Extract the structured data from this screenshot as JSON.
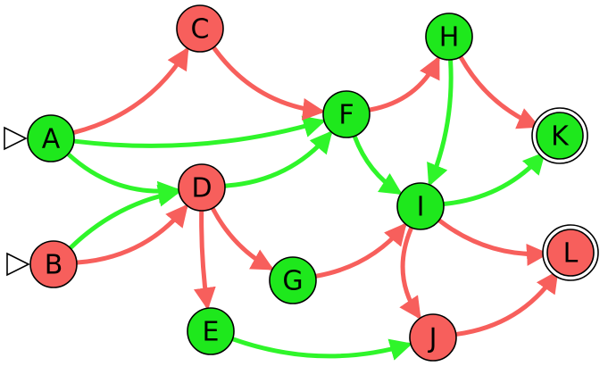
{
  "colors": {
    "red": "#f75f5c",
    "green": "#1ee81c",
    "red_edge": "#f75f5c",
    "green_edge": "#2ff52a",
    "outline": "#000000",
    "start_marker": "#ffffff"
  },
  "graph": {
    "nodes": [
      {
        "id": "A",
        "label": "A",
        "color": "green",
        "start": true,
        "accepting": false
      },
      {
        "id": "B",
        "label": "B",
        "color": "red",
        "start": true,
        "accepting": false
      },
      {
        "id": "C",
        "label": "C",
        "color": "red",
        "start": false,
        "accepting": false
      },
      {
        "id": "D",
        "label": "D",
        "color": "red",
        "start": false,
        "accepting": false
      },
      {
        "id": "E",
        "label": "E",
        "color": "green",
        "start": false,
        "accepting": false
      },
      {
        "id": "F",
        "label": "F",
        "color": "green",
        "start": false,
        "accepting": false
      },
      {
        "id": "G",
        "label": "G",
        "color": "green",
        "start": false,
        "accepting": false
      },
      {
        "id": "H",
        "label": "H",
        "color": "green",
        "start": false,
        "accepting": false
      },
      {
        "id": "I",
        "label": "I",
        "color": "green",
        "start": false,
        "accepting": false
      },
      {
        "id": "J",
        "label": "J",
        "color": "red",
        "start": false,
        "accepting": false
      },
      {
        "id": "K",
        "label": "K",
        "color": "green",
        "start": false,
        "accepting": true
      },
      {
        "id": "L",
        "label": "L",
        "color": "red",
        "start": false,
        "accepting": true
      }
    ],
    "edges": [
      {
        "from": "A",
        "to": "C",
        "color": "red"
      },
      {
        "from": "A",
        "to": "F",
        "color": "green"
      },
      {
        "from": "A",
        "to": "D",
        "color": "green"
      },
      {
        "from": "C",
        "to": "F",
        "color": "red"
      },
      {
        "from": "B",
        "to": "D",
        "color": "red"
      },
      {
        "from": "B",
        "to": "D",
        "color": "green"
      },
      {
        "from": "D",
        "to": "F",
        "color": "green"
      },
      {
        "from": "D",
        "to": "G",
        "color": "red"
      },
      {
        "from": "D",
        "to": "E",
        "color": "red"
      },
      {
        "from": "F",
        "to": "H",
        "color": "red"
      },
      {
        "from": "F",
        "to": "I",
        "color": "green"
      },
      {
        "from": "H",
        "to": "K",
        "color": "red"
      },
      {
        "from": "H",
        "to": "I",
        "color": "green"
      },
      {
        "from": "G",
        "to": "I",
        "color": "red"
      },
      {
        "from": "I",
        "to": "K",
        "color": "green"
      },
      {
        "from": "I",
        "to": "L",
        "color": "red"
      },
      {
        "from": "I",
        "to": "J",
        "color": "red"
      },
      {
        "from": "E",
        "to": "J",
        "color": "green"
      },
      {
        "from": "J",
        "to": "L",
        "color": "red"
      }
    ]
  }
}
